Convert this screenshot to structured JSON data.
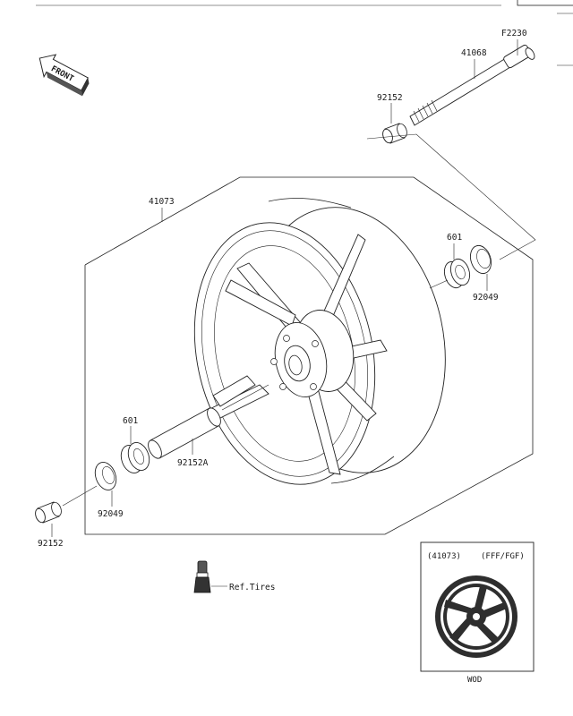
{
  "front_label": "FRONT",
  "parts": {
    "ref_f2230": "F2230",
    "axle": "41068",
    "collar_top": "92152",
    "wheel": "41073",
    "bearing_right": "601",
    "seal_right": "92049",
    "bearing_left": "601",
    "collar_inner": "92152A",
    "seal_left": "92049",
    "collar_bottom": "92152",
    "valve_ref": "Ref.Tires"
  },
  "inset": {
    "part_number": "(41073)",
    "variant": "(FFF/FGF)",
    "code": "WOD"
  },
  "colors": {
    "line": "#222222",
    "inset_wheel": "#2e2e2e"
  }
}
